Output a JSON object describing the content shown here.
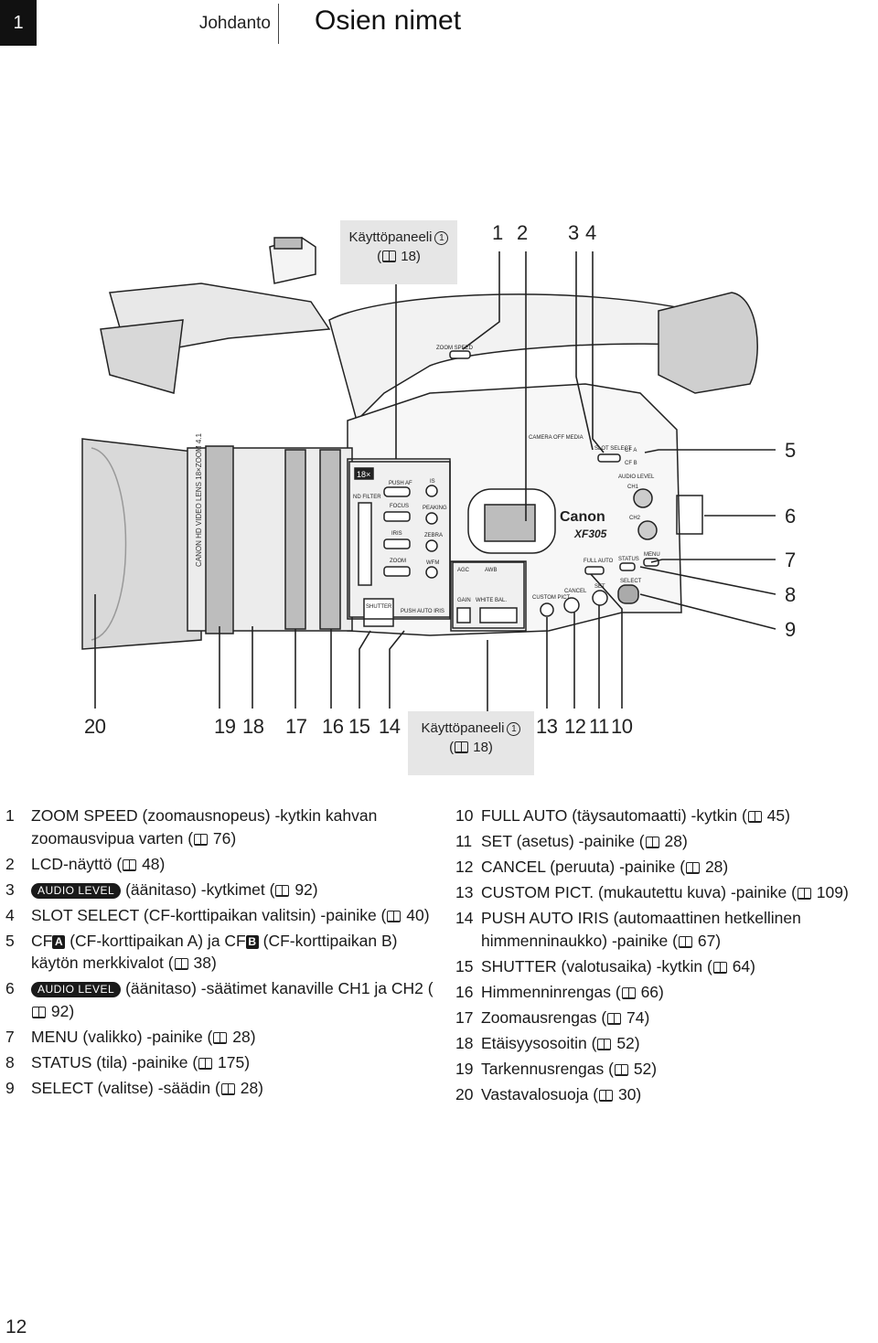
{
  "header": {
    "chapter_number": "1",
    "chapter_name": "Johdanto",
    "title": "Osien nimet"
  },
  "figure": {
    "panel_top": {
      "label": "Käyttöpaneeli",
      "circled": "1",
      "ref": "18)"
    },
    "panel_bottom": {
      "label": "Käyttöpaneeli",
      "circled": "1",
      "ref": "18)"
    },
    "callouts_top": [
      "1",
      "2",
      "3",
      "4"
    ],
    "callouts_right": [
      "5",
      "6",
      "7",
      "8",
      "9"
    ],
    "callouts_bottom": [
      "20",
      "19",
      "18",
      "17",
      "16",
      "15",
      "14",
      "13",
      "12",
      "11",
      "10"
    ],
    "camera_text": {
      "lens": "CANON HD VIDEO LENS 18×ZOOM 4.1",
      "zoom_mark": "18×",
      "brand": "Canon",
      "model": "XF305",
      "nd_filter": "ND FILTER",
      "push_af": "PUSH AF",
      "focus": "FOCUS",
      "iris": "IRIS",
      "zoom": "ZOOM",
      "shutter": "SHUTTER",
      "push_auto_iris": "PUSH AUTO IRIS",
      "is": "IS",
      "peaking": "PEAKING",
      "zebra": "ZEBRA",
      "wfm": "WFM",
      "agc": "AGC",
      "awb": "AWB",
      "gain": "GAIN",
      "white_bal": "WHITE BAL.",
      "custom_pict": "CUSTOM PICT.",
      "cancel": "CANCEL",
      "set": "SET",
      "select": "SELECT",
      "full_auto": "FULL AUTO",
      "status": "STATUS",
      "menu": "MENU",
      "slot_select": "SLOT SELECT",
      "audio_level": "AUDIO LEVEL",
      "ch1": "CH1",
      "ch2": "CH2",
      "camera_off_media": "CAMERA OFF MEDIA",
      "zoom_speed": "ZOOM SPEED",
      "cf_a": "CF A",
      "cf_b": "CF B"
    }
  },
  "audio_level_badge": "AUDIO LEVEL",
  "list_left": [
    {
      "n": "1",
      "before": "ZOOM SPEED (zoomausnopeus) -kytkin kahvan zoomausvipua varten (",
      "ref": "76)"
    },
    {
      "n": "2",
      "before": "LCD-näyttö (",
      "ref": "48)"
    },
    {
      "n": "3",
      "badge_after": "(äänitaso) -kytkimet (",
      "ref": "92)"
    },
    {
      "n": "4",
      "before": "SLOT SELECT (CF-korttipaikan valitsin) -painike (",
      "ref": "40)"
    },
    {
      "n": "5",
      "cf": "CF",
      "a": "A",
      "mid1": "(CF-korttipaikan A) ja CF",
      "b": "B",
      "mid2": "(CF-korttipaikan B) käytön merkkivalot (",
      "ref": "38)"
    },
    {
      "n": "6",
      "badge_after": "(äänitaso) -säätimet kanaville CH1 ja CH2 (",
      "ref": "92)"
    },
    {
      "n": "7",
      "before": "MENU (valikko) -painike (",
      "ref": "28)"
    },
    {
      "n": "8",
      "before": "STATUS (tila) -painike (",
      "ref": "175)"
    },
    {
      "n": "9",
      "before": "SELECT (valitse) -säädin (",
      "ref": "28)"
    }
  ],
  "list_right": [
    {
      "n": "10",
      "before": "FULL AUTO (täysautomaatti) -kytkin (",
      "ref": "45)"
    },
    {
      "n": "11",
      "before": "SET (asetus) -painike (",
      "ref": "28)"
    },
    {
      "n": "12",
      "before": "CANCEL (peruuta) -painike (",
      "ref": "28)"
    },
    {
      "n": "13",
      "before": "CUSTOM PICT. (mukautettu kuva) -painike (",
      "ref": "109)"
    },
    {
      "n": "14",
      "before": "PUSH AUTO IRIS (automaattinen hetkellinen himmenninaukko) -painike (",
      "ref": "67)"
    },
    {
      "n": "15",
      "before": "SHUTTER (valotusaika) -kytkin (",
      "ref": "64)"
    },
    {
      "n": "16",
      "before": "Himmenninrengas (",
      "ref": "66)"
    },
    {
      "n": "17",
      "before": "Zoomausrengas (",
      "ref": "74)"
    },
    {
      "n": "18",
      "before": "Etäisyysosoitin (",
      "ref": "52)"
    },
    {
      "n": "19",
      "before": "Tarkennusrengas (",
      "ref": "52)"
    },
    {
      "n": "20",
      "before": "Vastavalosuoja (",
      "ref": "30)"
    }
  ],
  "page_number": "12"
}
